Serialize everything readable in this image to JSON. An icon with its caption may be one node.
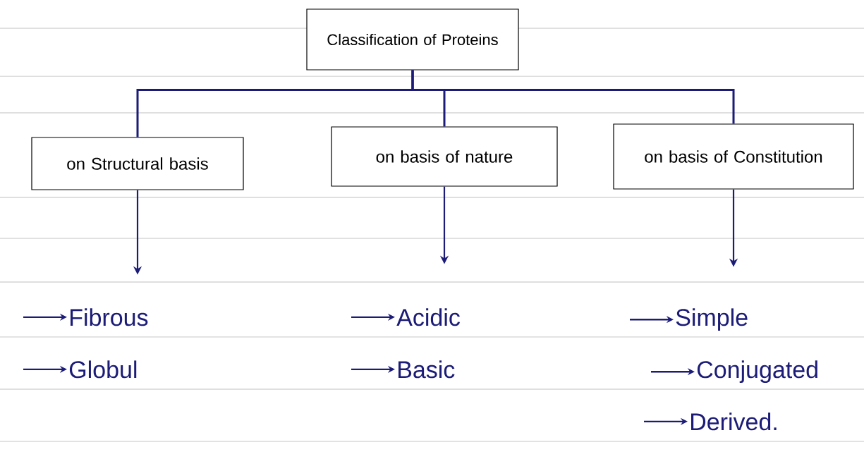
{
  "diagram": {
    "nodes": [
      {
        "text": [
          "Classification of Proteins"
        ]
      },
      {
        "text": [
          "on Structural basis"
        ]
      },
      {
        "text": [
          "on basis of nature"
        ]
      },
      {
        "text": [
          "on basis of Constitution"
        ]
      },
      {
        "text": [
          "Fibrous"
        ]
      },
      {
        "text": [
          "Globul"
        ]
      },
      {
        "text": [
          "Acidic"
        ]
      },
      {
        "text": [
          "Basic"
        ]
      },
      {
        "text": [
          "Simple"
        ]
      },
      {
        "text": [
          "Conjugated"
        ]
      },
      {
        "text": [
          "Derived."
        ]
      }
    ],
    "edges": [
      {
        "from": 0,
        "to": 1,
        "arrow": "none"
      },
      {
        "from": 0,
        "to": 2,
        "arrow": "none"
      },
      {
        "from": 0,
        "to": 3,
        "arrow": "none"
      },
      {
        "from": 1,
        "to": null,
        "arrow": "to"
      },
      {
        "from": 2,
        "to": null,
        "arrow": "to"
      },
      {
        "from": 3,
        "to": null,
        "arrow": "to"
      },
      {
        "from": null,
        "to": 4,
        "arrow": "to"
      },
      {
        "from": null,
        "to": 5,
        "arrow": "to"
      },
      {
        "from": null,
        "to": 6,
        "arrow": "to"
      },
      {
        "from": null,
        "to": 7,
        "arrow": "to"
      },
      {
        "from": null,
        "to": 8,
        "arrow": "to"
      },
      {
        "from": null,
        "to": 9,
        "arrow": "to"
      },
      {
        "from": null,
        "to": 10,
        "arrow": "to"
      }
    ]
  }
}
